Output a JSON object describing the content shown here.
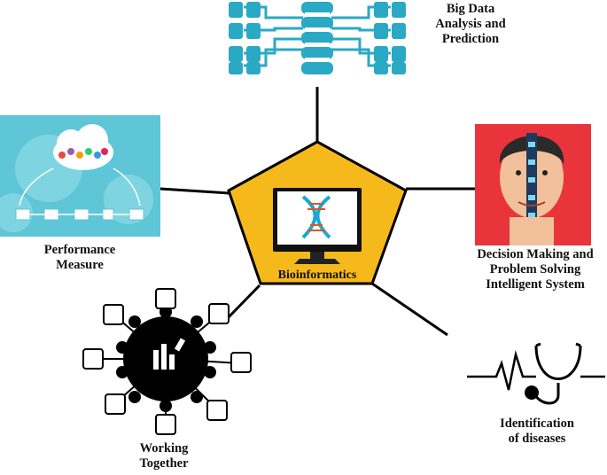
{
  "hub": {
    "label": "Bioinformatics",
    "fill": "#f6b91c",
    "monitor_color": "#1aa7d6"
  },
  "nodes": {
    "big_data": {
      "lines": [
        "Big Data",
        "Analysis and",
        "Prediction"
      ],
      "icon": "database-network-icon",
      "color": "#2aa9c4"
    },
    "performance": {
      "lines": [
        "Performance",
        "Measure"
      ],
      "icon": "cloud-gears-icon",
      "color": "#5fc6d8"
    },
    "decision": {
      "lines": [
        "Decision Making and",
        "Problem Solving",
        "Intelligent System"
      ],
      "icon": "robot-human-face-icon",
      "color": "#e8343a"
    },
    "working": {
      "lines": [
        "Working",
        "Together"
      ],
      "icon": "team-network-icon",
      "color": "#000000"
    },
    "diseases": {
      "lines": [
        "Identification",
        "of diseases"
      ],
      "icon": "stethoscope-heartbeat-icon",
      "color": "#000000"
    }
  }
}
